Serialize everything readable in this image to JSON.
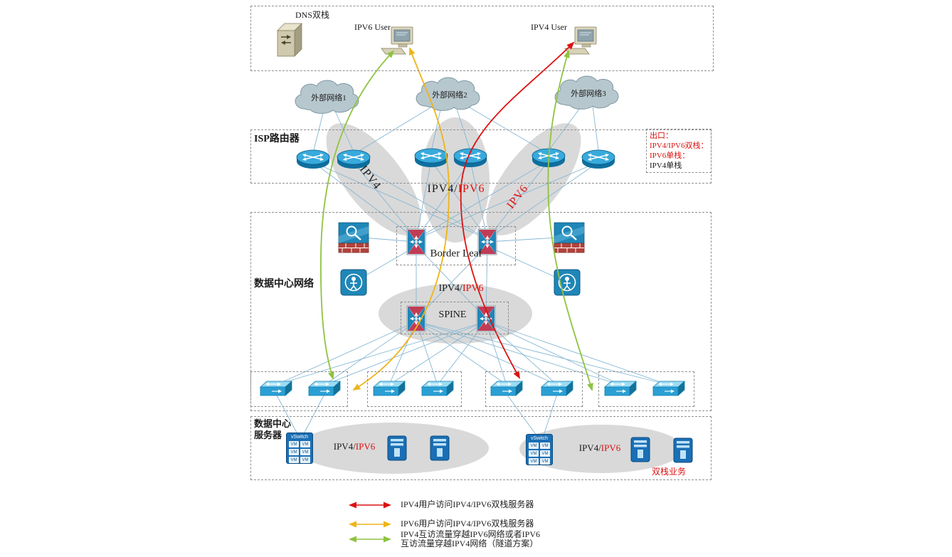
{
  "colors": {
    "red": "#dd1111",
    "yellow": "#eeb419",
    "green": "#8fc341",
    "link": "#86b7d4"
  },
  "top": {
    "dns_label": "DNS双栈",
    "ipv6_user": "IPV6 User",
    "ipv4_user": "IPV4 User"
  },
  "clouds": {
    "c1": "外部网络1",
    "c2": "外部网络2",
    "c3": "外部网络3"
  },
  "isp": {
    "title": "ISP路由器"
  },
  "exit_note": {
    "line1": "出口：",
    "line2": "IPV4/IPV6双栈：",
    "line3": "IPV6单栈：",
    "line4": "IPV4单栈"
  },
  "paths": {
    "ipv4": "IPV4",
    "dual_black": "IPV4/",
    "dual_red": "IPV6",
    "ipv6": "IPV6"
  },
  "dc": {
    "title": "数据中心网络",
    "border_leaf": "Border Leaf",
    "dual_black": "IPV4/",
    "dual_red": "IPV6",
    "spine": "SPINE"
  },
  "servers": {
    "title1": "数据中心",
    "title2": "服务器",
    "left_black": "IPV4/",
    "left_red": "IPV6",
    "right_black": "IPV4/",
    "right_red": "IPV6",
    "dual_note": "双栈业务",
    "vswitch": "vSwitch",
    "vm": "VM"
  },
  "legend": {
    "row1": "IPV4用户访问IPV4/IPV6双栈服务器",
    "row2": "IPV6用户访问IPV4/IPV6双栈服务器",
    "row3a": "IPV4互访流量穿越IPV6网络或者IPV6",
    "row3b": "互访流量穿越IPV4网络（隧道方案）"
  }
}
